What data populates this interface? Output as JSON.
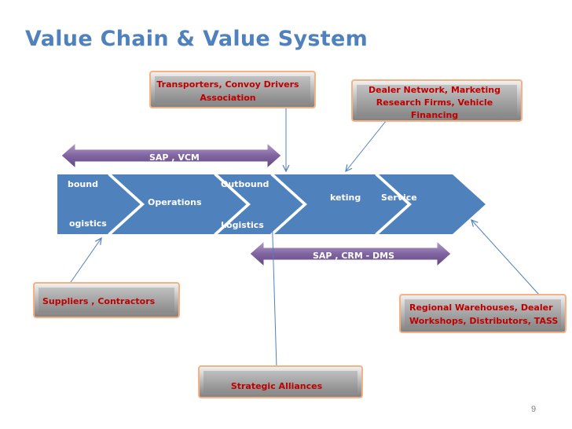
{
  "slide": {
    "title": "Value Chain & Value System",
    "page_number": "9"
  },
  "value_chain": {
    "segments": [
      "bound",
      "Operations",
      "Outbound",
      "Logistics",
      "ogistics",
      "keting",
      "Service"
    ]
  },
  "bands": {
    "top": "SAP , VCM",
    "bottom": "SAP , CRM - DMS"
  },
  "boxes": {
    "transporters": [
      "Transporters, Convoy Drivers",
      "Association"
    ],
    "dealer_network": [
      "Dealer Network, Marketing",
      "Research Firms, Vehicle",
      "Financing"
    ],
    "suppliers": "Suppliers , Contractors",
    "regional": [
      "Regional Warehouses, Dealer",
      "Workshops, Distributors, TASS"
    ],
    "alliances": "Strategic Alliances"
  },
  "colors": {
    "title": "#4f81bd",
    "chevron": "#4f81bd",
    "band": "#8064a2",
    "box_text": "#c00000",
    "box_border": "#f4b183"
  }
}
